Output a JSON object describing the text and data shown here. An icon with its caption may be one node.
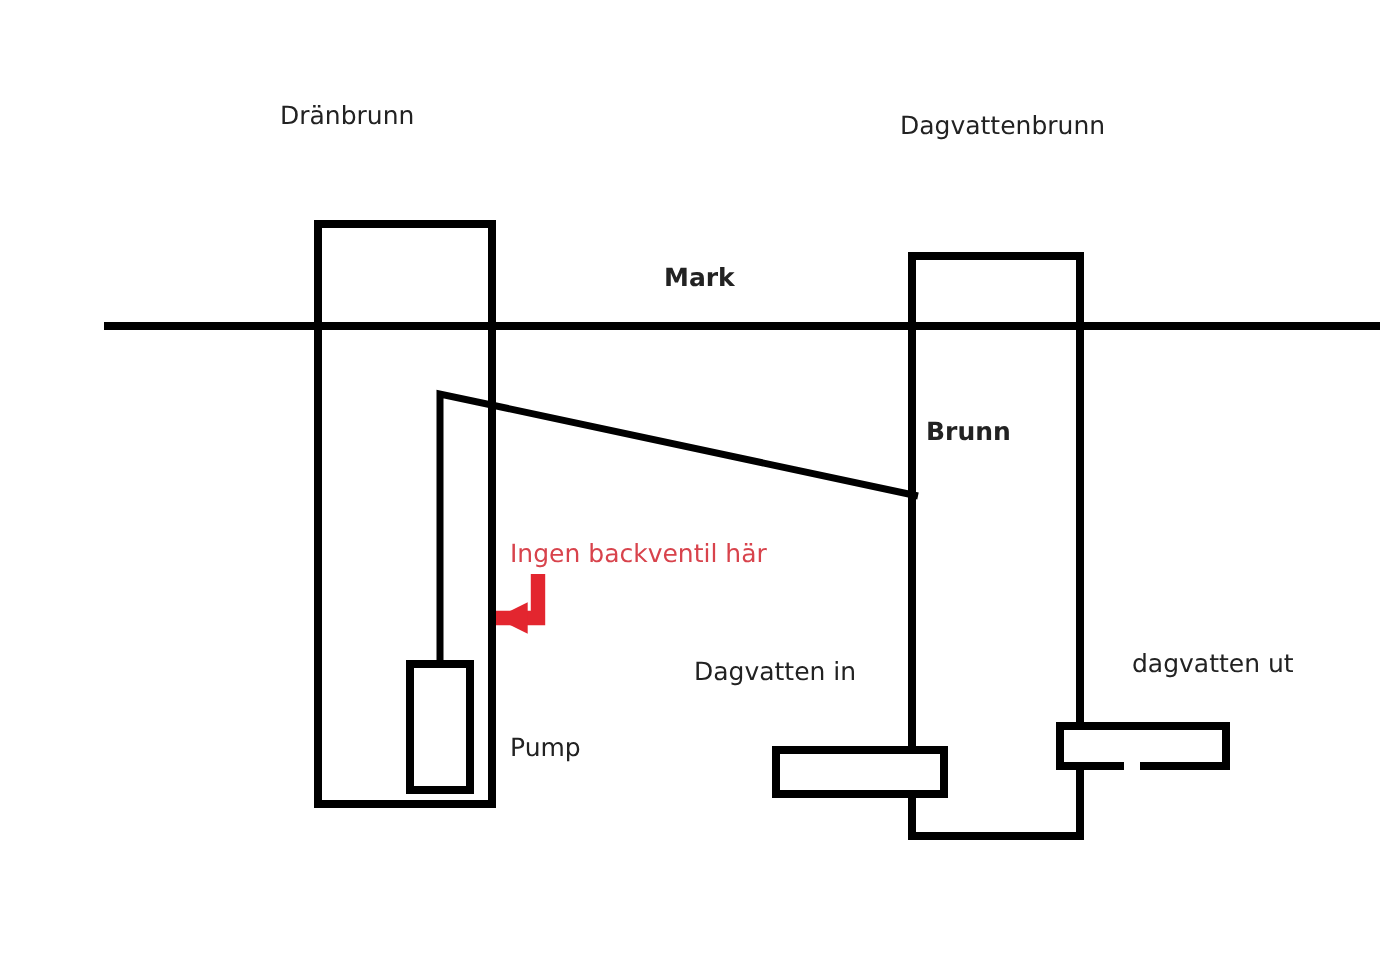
{
  "diagram": {
    "nodes": [
      {
        "text": [
          "Dränbrunn"
        ]
      },
      {
        "text": [
          "Pump"
        ],
        "in": 0
      },
      {
        "text": [
          "Dagvattenbrunn",
          "Brunn"
        ]
      },
      {
        "text": [
          "Ingen backventil här"
        ]
      },
      {
        "text": [
          "Dagvatten in"
        ]
      },
      {
        "text": [
          "dagvatten ut"
        ]
      }
    ],
    "edges": [
      {
        "from": 1,
        "to": 2,
        "arrow": "none"
      },
      {
        "from": 3,
        "to": 0,
        "arrow": "to",
        "style": "thick",
        "color": "#e3262f"
      }
    ],
    "labels": [
      "Mark"
    ]
  }
}
